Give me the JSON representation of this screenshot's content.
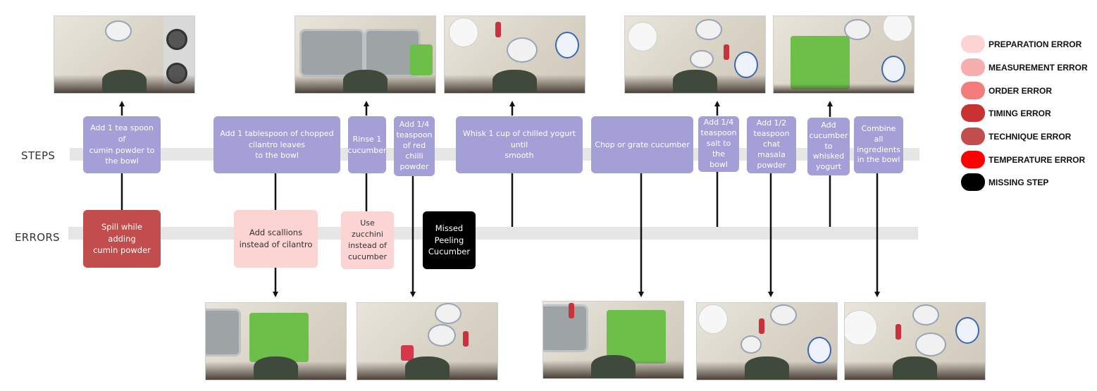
{
  "rows": {
    "steps_label": "STEPS",
    "errors_label": "ERRORS"
  },
  "steps": [
    {
      "text": "Add 1 tea spoon of\ncumin powder to\nthe bowl"
    },
    {
      "text": "Add 1 tablespoon of chopped\ncilantro leaves\nto the bowl"
    },
    {
      "text": "Rinse 1\ncucumber"
    },
    {
      "text": "Add 1/4\nteaspoon\nof red\nchilli\npowder"
    },
    {
      "text": "Whisk 1 cup of chilled yogurt until\nsmooth"
    },
    {
      "text": "Chop or grate cucumber"
    },
    {
      "text": "Add 1/4\nteaspoon\nsalt to the\nbowl"
    },
    {
      "text": "Add 1/2\nteaspoon\nchat masala\npowder"
    },
    {
      "text": "Add\ncucumber\nto whisked\nyogurt"
    },
    {
      "text": "Combine all\ningredients\nin the bowl"
    }
  ],
  "errors": [
    {
      "text": "Spill while adding\ncumin powder",
      "type": "technique"
    },
    {
      "text": "Add scallions\ninstead of cilantro",
      "type": "preparation"
    },
    {
      "text": "Use zucchini\ninstead of\ncucumber",
      "type": "preparation"
    },
    {
      "text": "Missed\nPeeling\nCucumber",
      "type": "missing"
    }
  ],
  "legend": [
    {
      "label": "PREPARATION ERROR",
      "color": "#fcd4d4"
    },
    {
      "label": "MEASUREMENT ERROR",
      "color": "#f8aeae"
    },
    {
      "label": "ORDER ERROR",
      "color": "#f27b7b"
    },
    {
      "label": "TIMING ERROR",
      "color": "#c83232"
    },
    {
      "label": "TECHNIQUE ERROR",
      "color": "#c14d4d"
    },
    {
      "label": "TEMPERATURE ERROR",
      "color": "#ff0000"
    },
    {
      "label": "MISSING STEP",
      "color": "#000000"
    }
  ],
  "colors": {
    "step": "#a49fd7",
    "band": "#e6e6e6",
    "technique": "#c14d4d",
    "preparation": "#fcd4d4",
    "missing": "#000000"
  }
}
